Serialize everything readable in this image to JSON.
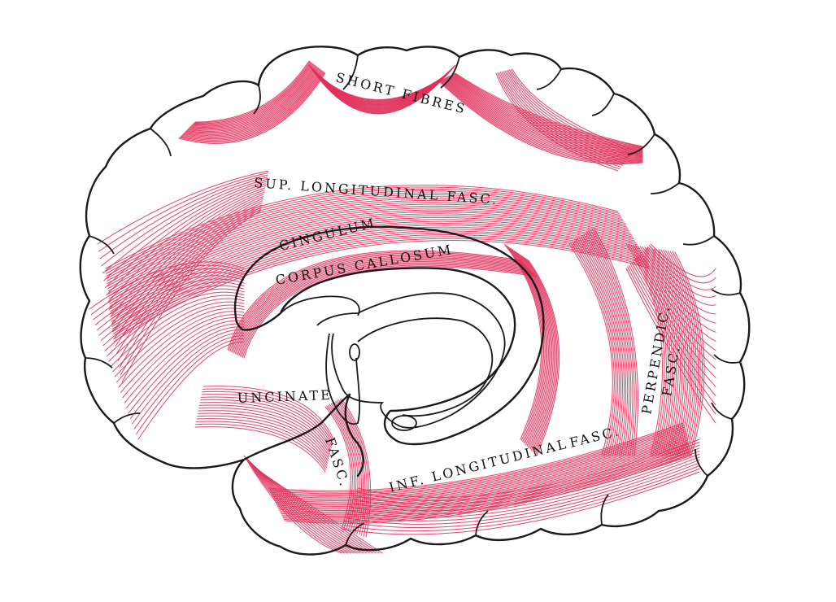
{
  "colors": {
    "fibre": "#e0305a",
    "outline": "#1a1a1a",
    "background": "#ffffff"
  },
  "labels": {
    "short_fibres": "SHORT FIBRES",
    "sup_longitudinal": "SUP. LONGITUDINAL FASC.",
    "cingulum": "CINGULUM",
    "corpus_callosum": "CORPUS CALLOSUM",
    "uncinate": "UNCINATE",
    "uncinate_fasc": "FASC.",
    "perpendic": "PERPENDIC.",
    "perpendic_fasc": "FASC.",
    "inf_longitudinal_1": "INF. LONGITUDINAL",
    "inf_longitudinal_2": "FASC."
  }
}
